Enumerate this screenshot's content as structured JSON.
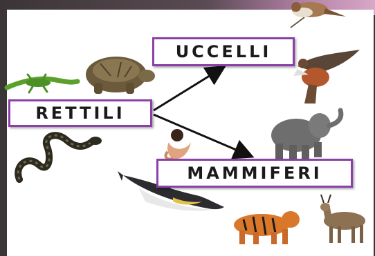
{
  "diagram": {
    "nodes": {
      "rettili": "RETTILI",
      "uccelli": "UCCELLI",
      "mammiferi": "MAMMIFERI"
    },
    "edges": [
      {
        "from": "RETTILI",
        "to": "UCCELLI"
      },
      {
        "from": "RETTILI",
        "to": "MAMMIFERI"
      }
    ],
    "animals": {
      "reptiles": [
        "lizard",
        "tortoise",
        "snake"
      ],
      "birds": [
        "sparrow",
        "hawk"
      ],
      "mammals": [
        "elephant",
        "human",
        "dolphin",
        "tiger",
        "antelope"
      ]
    }
  }
}
